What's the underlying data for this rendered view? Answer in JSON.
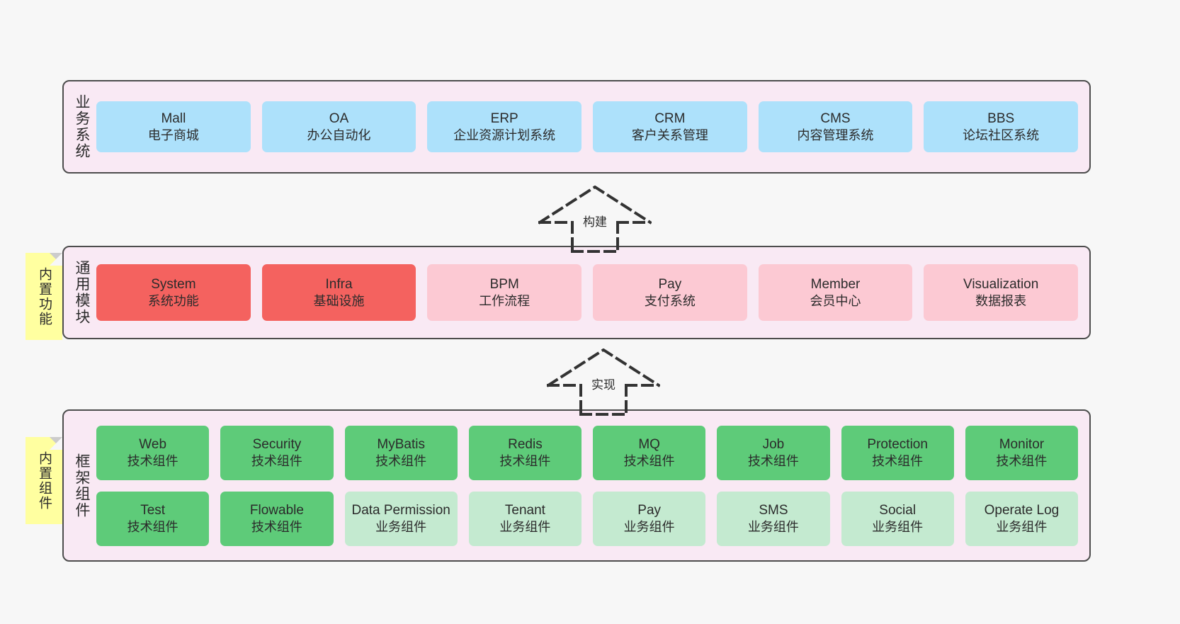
{
  "page": {
    "background": "#f7f7f7",
    "container_fill": "#f9e9f4",
    "container_border": "#4d4d4d"
  },
  "palette": {
    "blue": "#ade1fb",
    "red": "#f4625f",
    "pink": "#fcc9d3",
    "green": "#5ecb79",
    "light_green": "#c4ead0",
    "sticky_yellow": "#ffffa0",
    "sticky_fold": "#cccccc"
  },
  "layers": {
    "business": {
      "label": "业务系统",
      "cards": [
        {
          "en": "Mall",
          "cn": "电子商城"
        },
        {
          "en": "OA",
          "cn": "办公自动化"
        },
        {
          "en": "ERP",
          "cn": "企业资源计划系统"
        },
        {
          "en": "CRM",
          "cn": "客户关系管理"
        },
        {
          "en": "CMS",
          "cn": "内容管理系统"
        },
        {
          "en": "BBS",
          "cn": "论坛社区系统"
        }
      ]
    },
    "common": {
      "label": "通用模块",
      "sticky": "内置功能",
      "cards": [
        {
          "en": "System",
          "cn": "系统功能"
        },
        {
          "en": "Infra",
          "cn": "基础设施"
        },
        {
          "en": "BPM",
          "cn": "工作流程"
        },
        {
          "en": "Pay",
          "cn": "支付系统"
        },
        {
          "en": "Member",
          "cn": "会员中心"
        },
        {
          "en": "Visualization",
          "cn": "数据报表"
        }
      ]
    },
    "framework": {
      "label": "框架组件",
      "sticky": "内置组件",
      "row1": [
        {
          "en": "Web",
          "cn": "技术组件"
        },
        {
          "en": "Security",
          "cn": "技术组件"
        },
        {
          "en": "MyBatis",
          "cn": "技术组件"
        },
        {
          "en": "Redis",
          "cn": "技术组件"
        },
        {
          "en": "MQ",
          "cn": "技术组件"
        },
        {
          "en": "Job",
          "cn": "技术组件"
        },
        {
          "en": "Protection",
          "cn": "技术组件"
        },
        {
          "en": "Monitor",
          "cn": "技术组件"
        }
      ],
      "row2": [
        {
          "en": "Test",
          "cn": "技术组件"
        },
        {
          "en": "Flowable",
          "cn": "技术组件"
        },
        {
          "en": "Data Permission",
          "cn": "业务组件"
        },
        {
          "en": "Tenant",
          "cn": "业务组件"
        },
        {
          "en": "Pay",
          "cn": "业务组件"
        },
        {
          "en": "SMS",
          "cn": "业务组件"
        },
        {
          "en": "Social",
          "cn": "业务组件"
        },
        {
          "en": "Operate Log",
          "cn": "业务组件"
        }
      ]
    }
  },
  "connectors": [
    {
      "id": "build",
      "label": "构建"
    },
    {
      "id": "implement",
      "label": "实现"
    }
  ]
}
